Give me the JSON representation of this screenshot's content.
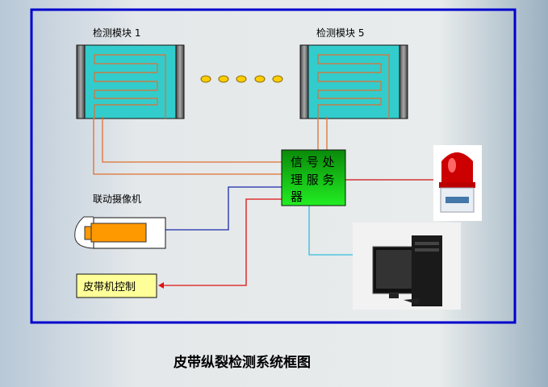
{
  "modules": [
    {
      "label": "检测模块 1"
    },
    {
      "label": "检测模块 5"
    }
  ],
  "server": {
    "lines": [
      "信 号 处",
      "理 服 务",
      "器"
    ]
  },
  "camera": {
    "label": "联动摄像机"
  },
  "control": {
    "label": "皮带机控制"
  },
  "caption": "皮带纵裂检测系统框图",
  "colors": {
    "frame": "#0000cc",
    "module": "#33cccc",
    "wire": "#e07030",
    "server": "#11cc11",
    "control": "#ffff99",
    "camera_body": "#ff9900"
  }
}
